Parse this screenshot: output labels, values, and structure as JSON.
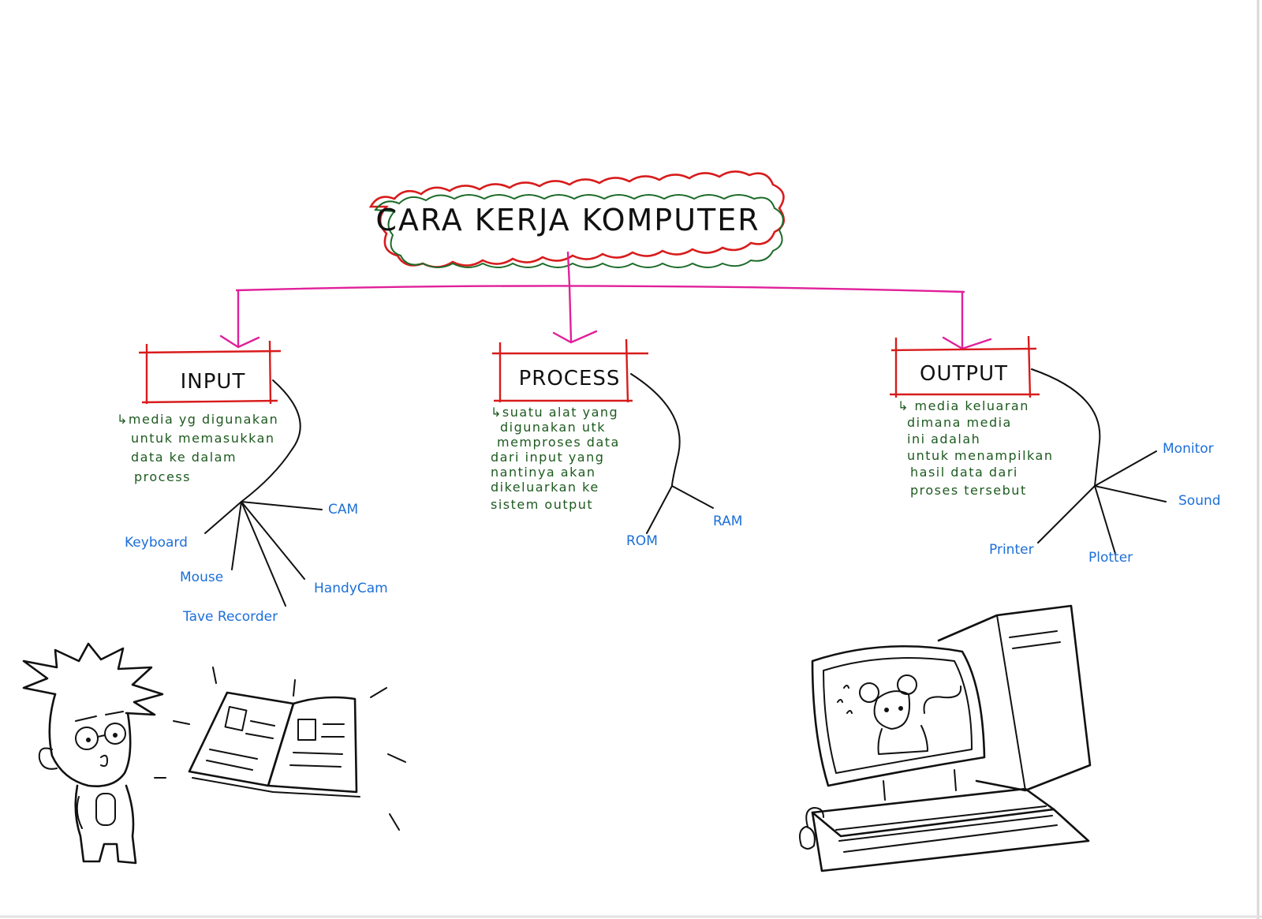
{
  "title": "CARA KERJA KOMPUTER",
  "colors": {
    "connector": "#e0209a",
    "box_border": "#d81c1c",
    "cloud_red": "#d81c1c",
    "cloud_green": "#1d6b2a",
    "description": "#1d5a1f",
    "leaf_label": "#1c6fd8",
    "ink": "#111111"
  },
  "nodes": {
    "input": {
      "label": "INPUT",
      "description": [
        "↳media yg digunakan",
        "untuk memasukkan",
        "data ke dalam",
        "process"
      ],
      "leaves": [
        "CAM",
        "Keyboard",
        "Mouse",
        "Tave Recorder",
        "HandyCam"
      ]
    },
    "process": {
      "label": "PROCESS",
      "description": [
        "↳suatu alat yang",
        "digunakan utk",
        "memproses data",
        "dari input yang",
        "nantinya akan",
        "dikeluarkan ke",
        "sistem output"
      ],
      "leaves": [
        "RAM",
        "ROM"
      ]
    },
    "output": {
      "label": "OUTPUT",
      "description": [
        "↳ media keluaran",
        "dimana media",
        "ini adalah",
        "untuk menampilkan",
        "hasil data dari",
        "proses tersebut"
      ],
      "leaves": [
        "Monitor",
        "Sound",
        "Printer",
        "Plotter"
      ]
    }
  },
  "illustrations": [
    "boy-with-book-icon",
    "computer-with-mouse-character-icon"
  ]
}
